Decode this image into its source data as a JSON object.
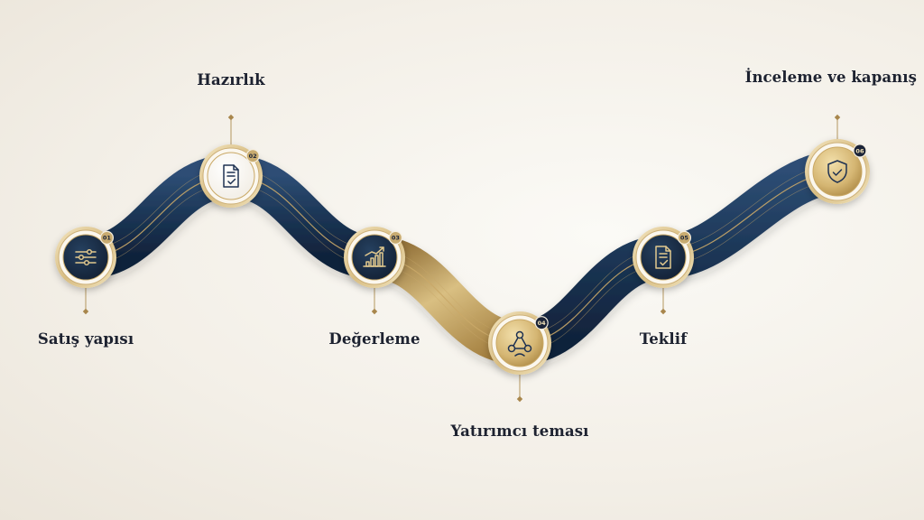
{
  "colors": {
    "navy": "#1b3555",
    "gold": "#b8954f",
    "badge_navy": "#1b2438",
    "text": "#1d2230"
  },
  "steps": [
    {
      "number": "01",
      "label": "Satış yapısı",
      "icon": "sliders-icon",
      "theme": "navy"
    },
    {
      "number": "02",
      "label": "Hazırlık",
      "icon": "document-check-icon",
      "theme": "light"
    },
    {
      "number": "03",
      "label": "Değerleme",
      "icon": "bar-chart-icon",
      "theme": "navy"
    },
    {
      "number": "04",
      "label": "Yatırımcı teması",
      "icon": "network-icon",
      "theme": "gold"
    },
    {
      "number": "05",
      "label": "Teklif",
      "icon": "document-check-icon",
      "theme": "navy"
    },
    {
      "number": "06",
      "label": "İnceleme ve kapanış",
      "icon": "shield-check-icon",
      "theme": "gold"
    }
  ]
}
